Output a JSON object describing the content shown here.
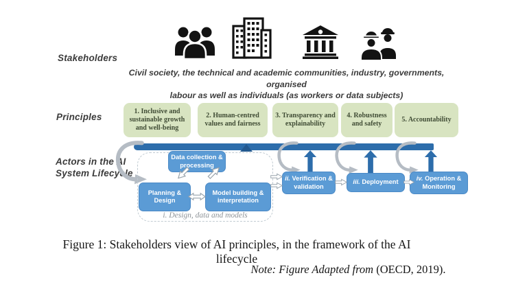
{
  "colors": {
    "principle_box_bg": "#d8e4c1",
    "principle_text": "#3f4b34",
    "lifecycle_box_bg": "#5b9bd5",
    "lifecycle_bar": "#2d6dab",
    "icon_black": "#131313"
  },
  "rows": {
    "stakeholders": "Stakeholders",
    "principles": "Principles",
    "actors_line1": "Actors in the AI",
    "actors_line2": "System Lifecycle"
  },
  "stakeholders": {
    "description_line1": "Civil society, the technical and academic communities, industry, governments, organised",
    "description_line2": "labour as well as individuals (as workers or data subjects)",
    "icons": [
      "people-group-icon",
      "industry-buildings-icon",
      "government-institution-icon",
      "workers-icon"
    ]
  },
  "principles": [
    {
      "label": "1. Inclusive and sustainable growth and well-being"
    },
    {
      "label": "2. Human-centred values and fairness"
    },
    {
      "label": "3. Transparency and explainability"
    },
    {
      "label": "4. Robustness and safety"
    },
    {
      "label": "5. Accountability"
    }
  ],
  "lifecycle": {
    "data_collection": "Data collection & processing",
    "planning": "Planning & Design",
    "model_building": "Model building & interpretation",
    "design_group_label": "i. Design, data and models",
    "verification_prefix": "ii.",
    "verification_rest": " Verification & validation",
    "deployment_prefix": "iii.",
    "deployment_rest": " Deployment",
    "operation_prefix": "iv.",
    "operation_rest": " Operation & Monitoring"
  },
  "caption": "Figure 1: Stakeholders view of AI principles, in the framework of the AI lifecycle",
  "note": {
    "italic": "Note: Figure Adapted from",
    "regular": " (OECD, 2019)."
  }
}
